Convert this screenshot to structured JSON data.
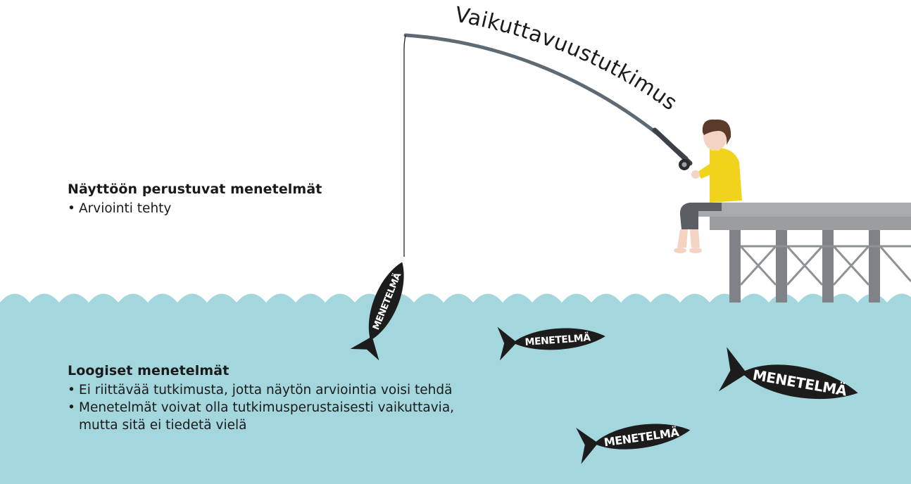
{
  "rod_label": "Vaikuttavuustutkimus",
  "evidence_section": {
    "heading": "Näyttöön perustuvat menetelmät",
    "items": [
      "Arviointi tehty"
    ]
  },
  "logical_section": {
    "heading": "Loogiset menetelmät",
    "items": [
      "Ei riittävää tutkimusta, jotta näytön arviointia voisi tehdä",
      "Menetelmät voivat olla tutkimusperustaisesti vaikuttavia,",
      "mutta sitä ei tiedetä vielä"
    ]
  },
  "fish": [
    {
      "label": "MENETELMÄ",
      "state": "hooked"
    },
    {
      "label": "MENETELMÄ",
      "state": "swimming"
    },
    {
      "label": "MENETELMÄ",
      "state": "swimming"
    },
    {
      "label": "MENETELMÄ",
      "state": "swimming"
    }
  ],
  "colors": {
    "water": "#a4d6dd",
    "fish": "#1c1c1c",
    "shirt": "#f2d31b",
    "pier": "#8e9295",
    "rod": "#5f6b74"
  }
}
